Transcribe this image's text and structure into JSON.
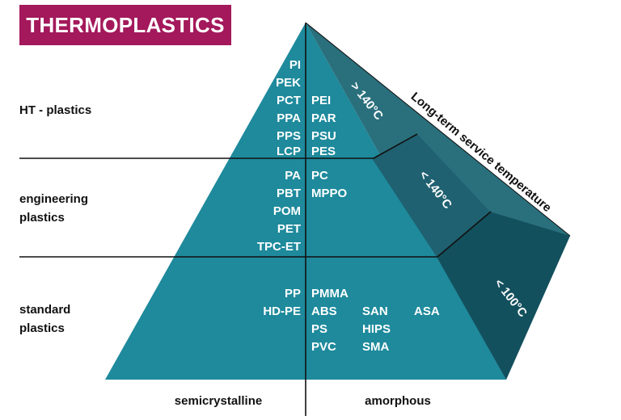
{
  "title": "THERMOPLASTICS",
  "axis_label": "Long-term service temperature",
  "tiers": [
    {
      "label_lines": [
        "HT - plastics"
      ],
      "temp": "> 140°C",
      "semicrystalline": [
        "PI",
        "PEK",
        "PCT",
        "PPA",
        "PPS",
        "LCP"
      ],
      "amorphous": [
        "PEI",
        "PAR",
        "PSU",
        "PES"
      ]
    },
    {
      "label_lines": [
        "engineering",
        "plastics"
      ],
      "temp": "< 140°C",
      "semicrystalline": [
        "PA",
        "PBT",
        "POM",
        "PET",
        "TPC-ET"
      ],
      "amorphous": [
        "PC",
        "MPPO"
      ]
    },
    {
      "label_lines": [
        "standard",
        "plastics"
      ],
      "temp": "< 100°C",
      "semicrystalline": [
        "PP",
        "HD-PE"
      ],
      "amorphous_col1": [
        "PMMA",
        "ABS",
        "PS",
        "PVC"
      ],
      "amorphous_col2": [
        "SAN",
        "HIPS",
        "SMA"
      ],
      "amorphous_col3": [
        "ASA"
      ]
    }
  ],
  "bottom": {
    "left": "semicrystalline",
    "right": "amorphous"
  },
  "colors": {
    "title_bg": "#a3195b",
    "front": "#1e8a9c",
    "side_light": "#2f7785",
    "side_dark": "#13505d"
  }
}
